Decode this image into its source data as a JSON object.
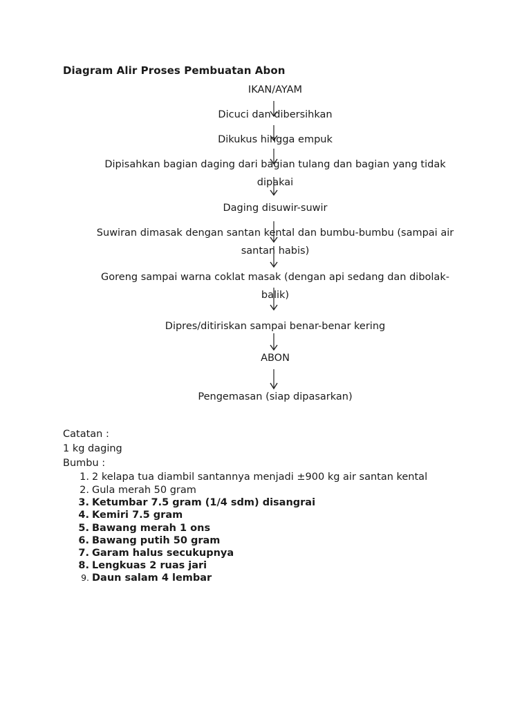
{
  "title": "Diagram Alir Proses Pembuatan Abon",
  "flow": {
    "steps": [
      {
        "line1": "IKAN/AYAM",
        "line2": ""
      },
      {
        "line1": "Dicuci dan dibersihkan",
        "line2": ""
      },
      {
        "line1": "Dikukus hingga empuk",
        "line2": ""
      },
      {
        "line1": "Dipisahkan bagian daging dari bagian tulang dan bagian yang tidak",
        "line2": "dipakai"
      },
      {
        "line1": "Daging disuwir-suwir",
        "line2": ""
      },
      {
        "line1": "Suwiran dimasak dengan santan kental dan bumbu-bumbu (sampai air",
        "line2": "santan habis)"
      },
      {
        "line1": "Goreng sampai warna coklat masak (dengan api sedang dan dibolak-",
        "line2": "balik)"
      },
      {
        "line1": "Dipres/ditiriskan sampai benar-benar kering",
        "line2": ""
      },
      {
        "line1": "ABON",
        "line2": ""
      },
      {
        "line1": "Pengemasan (siap dipasarkan)",
        "line2": ""
      }
    ]
  },
  "notes": {
    "heading": "Catatan :",
    "meat": "1 kg daging",
    "spices_label": "Bumbu :"
  },
  "ingredients": [
    {
      "num": "1.",
      "text": "2 kelapa tua diambil santannya menjadi ±900 kg air santan kental"
    },
    {
      "num": "2.",
      "text": "Gula merah 50 gram"
    },
    {
      "num": "3.",
      "text": "Ketumbar 7.5 gram (1/4 sdm) disangrai"
    },
    {
      "num": "4.",
      "text": "Kemiri 7.5 gram"
    },
    {
      "num": "5.",
      "text": "Bawang merah 1 ons"
    },
    {
      "num": "6.",
      "text": "Bawang putih 50 gram"
    },
    {
      "num": "7.",
      "text": "Garam halus secukupnya"
    },
    {
      "num": "8.",
      "text": "Lengkuas 2 ruas jari"
    },
    {
      "num": "9.",
      "text": "Daun salam 4 lembar"
    }
  ]
}
